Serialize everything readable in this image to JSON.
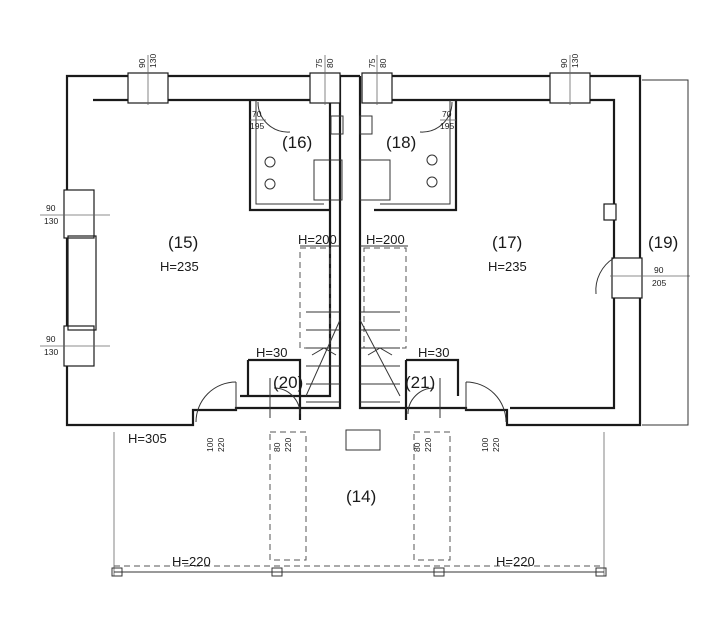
{
  "rooms": {
    "r14": "(14)",
    "r15": "(15)",
    "r16": "(16)",
    "r17": "(17)",
    "r18": "(18)",
    "r19": "(19)",
    "r20": "(20)",
    "r21": "(21)"
  },
  "heights": {
    "h15": "H=235",
    "h17": "H=235",
    "h200_left": "H=200",
    "h200_right": "H=200",
    "h30_left": "H=30",
    "h30_right": "H=30",
    "h305": "H=305",
    "h220_left": "H=220",
    "h220_right": "H=220"
  },
  "openings": {
    "top_left": [
      "90",
      "130"
    ],
    "top_mid_left": [
      "75",
      "80"
    ],
    "top_mid_right": [
      "75",
      "80"
    ],
    "top_right": [
      "90",
      "130"
    ],
    "bath_left_door": [
      "70",
      "195"
    ],
    "bath_right_door": [
      "70",
      "195"
    ],
    "left_upper": [
      "90",
      "130"
    ],
    "left_lower": [
      "90",
      "130"
    ],
    "right_door": [
      "90",
      "205"
    ],
    "front_left_door": [
      "100",
      "220"
    ],
    "front_mid_left": [
      "80",
      "220"
    ],
    "front_mid_right": [
      "80",
      "220"
    ],
    "front_right_door": [
      "100",
      "220"
    ]
  }
}
